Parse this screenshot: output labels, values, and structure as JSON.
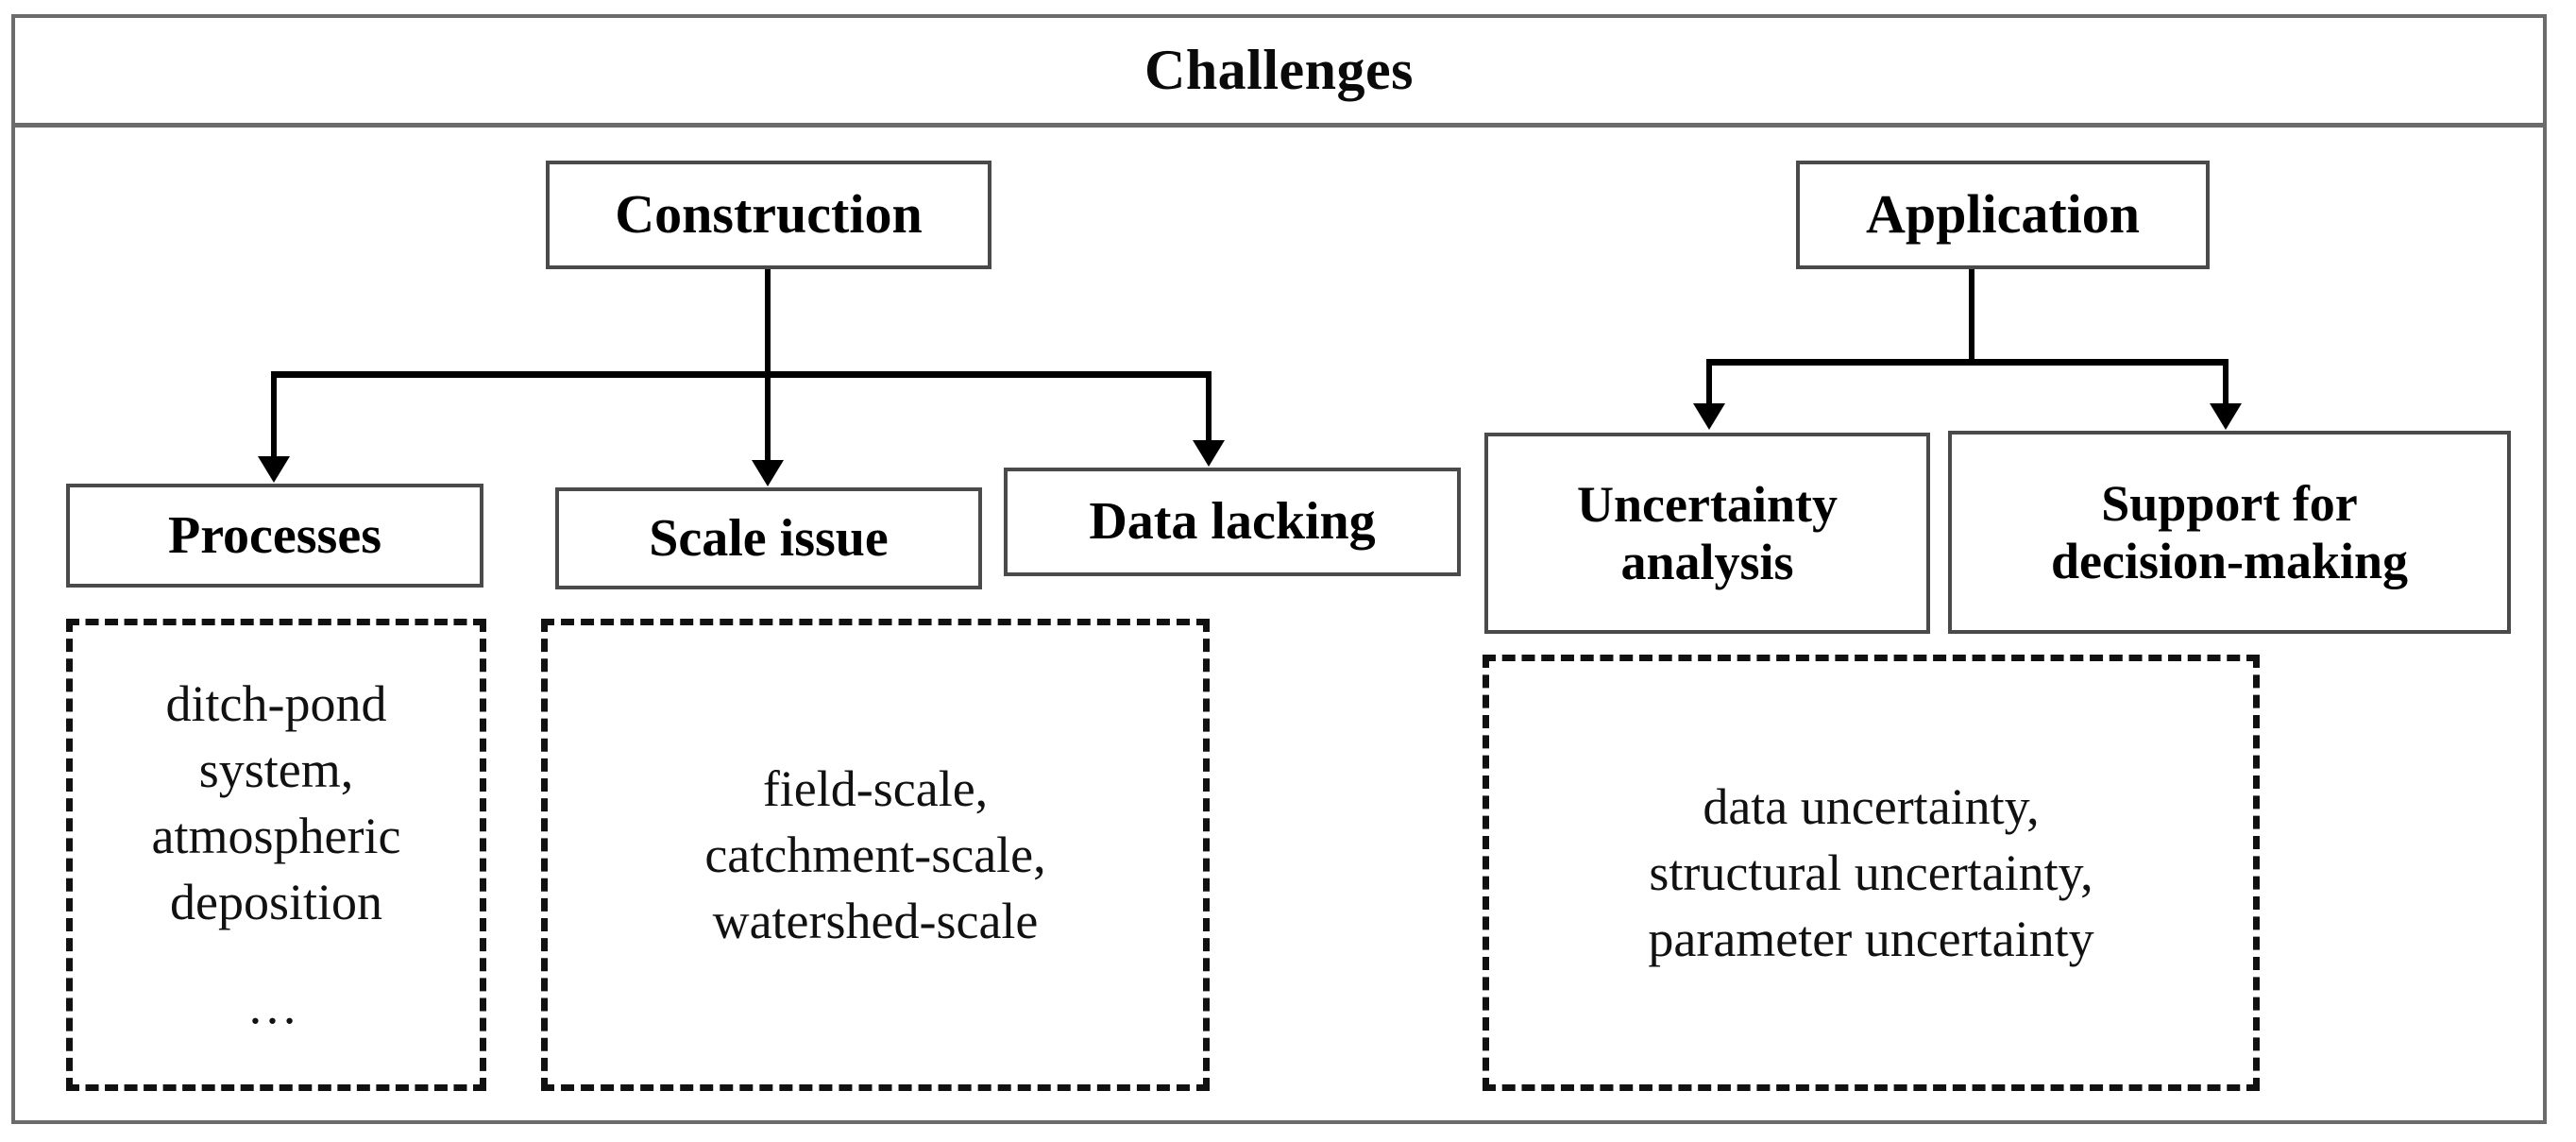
{
  "diagram": {
    "title": "Challenges",
    "type": "hierarchy-tree",
    "branches": [
      {
        "root": "Construction",
        "children": [
          {
            "label": "Processes",
            "details": [
              "ditch-pond",
              "system,",
              "atmospheric",
              "deposition"
            ],
            "ellipsis": "…"
          },
          {
            "label": "Scale issue",
            "details": [
              "field-scale,",
              "catchment-scale,",
              "watershed-scale"
            ]
          },
          {
            "label": "Data lacking"
          }
        ]
      },
      {
        "root": "Application",
        "children": [
          {
            "label": "Uncertainty analysis",
            "label_lines": [
              "Uncertainty",
              "analysis"
            ]
          },
          {
            "label": "Support for decision-making",
            "label_lines": [
              "Support for",
              "decision-making"
            ]
          }
        ],
        "details": [
          "data uncertainty,",
          "structural uncertainty,",
          "parameter uncertainty"
        ]
      }
    ]
  },
  "nodes": {
    "construction": "Construction",
    "application": "Application",
    "processes": "Processes",
    "scale_issue": "Scale issue",
    "data_lacking": "Data lacking",
    "uncertainty_line1": "Uncertainty",
    "uncertainty_line2": "analysis",
    "support_line1": "Support for",
    "support_line2": "decision-making"
  },
  "dashed": {
    "processes": {
      "line1": "ditch-pond",
      "line2": "system,",
      "line3": "atmospheric",
      "line4": "deposition",
      "ellipsis": "…"
    },
    "scale": {
      "line1": "field-scale,",
      "line2": "catchment-scale,",
      "line3": "watershed-scale"
    },
    "uncertainty": {
      "line1": "data uncertainty,",
      "line2": "structural uncertainty,",
      "line3": "parameter uncertainty"
    }
  },
  "colors": {
    "frame": "#6b6b6b",
    "box_border": "#4a4a4a",
    "dashed_border": "#111111",
    "text": "#000000",
    "background": "#ffffff"
  }
}
